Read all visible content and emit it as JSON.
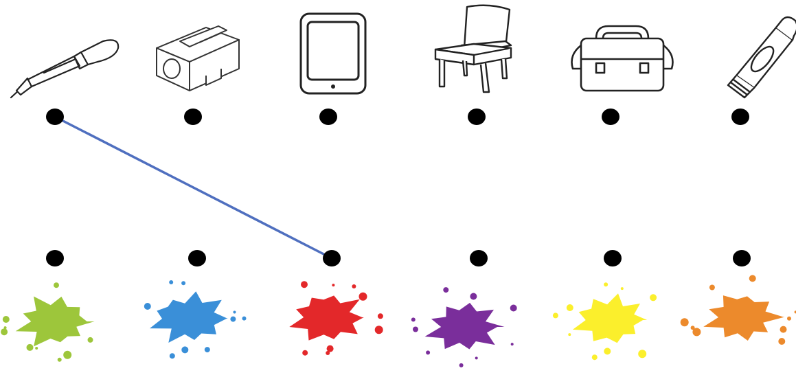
{
  "worksheet": {
    "objects": [
      {
        "name": "fountain-pen",
        "icon": "fountain-pen-icon"
      },
      {
        "name": "pencil-sharpener",
        "icon": "pencil-sharpener-icon"
      },
      {
        "name": "tablet",
        "icon": "tablet-icon"
      },
      {
        "name": "chair",
        "icon": "chair-icon"
      },
      {
        "name": "school-bag",
        "icon": "school-bag-icon"
      },
      {
        "name": "glue-stick",
        "icon": "glue-stick-icon"
      }
    ],
    "colors": [
      {
        "name": "green",
        "hex": "#9dc63b"
      },
      {
        "name": "blue",
        "hex": "#3a8fd8"
      },
      {
        "name": "red",
        "hex": "#e3282a"
      },
      {
        "name": "purple",
        "hex": "#7a2e9b"
      },
      {
        "name": "yellow",
        "hex": "#fbef2c"
      },
      {
        "name": "orange",
        "hex": "#ec8a2c"
      }
    ],
    "connections": [
      {
        "from_object": 0,
        "to_color": 2,
        "line_color": "#4f6fbf"
      }
    ]
  }
}
